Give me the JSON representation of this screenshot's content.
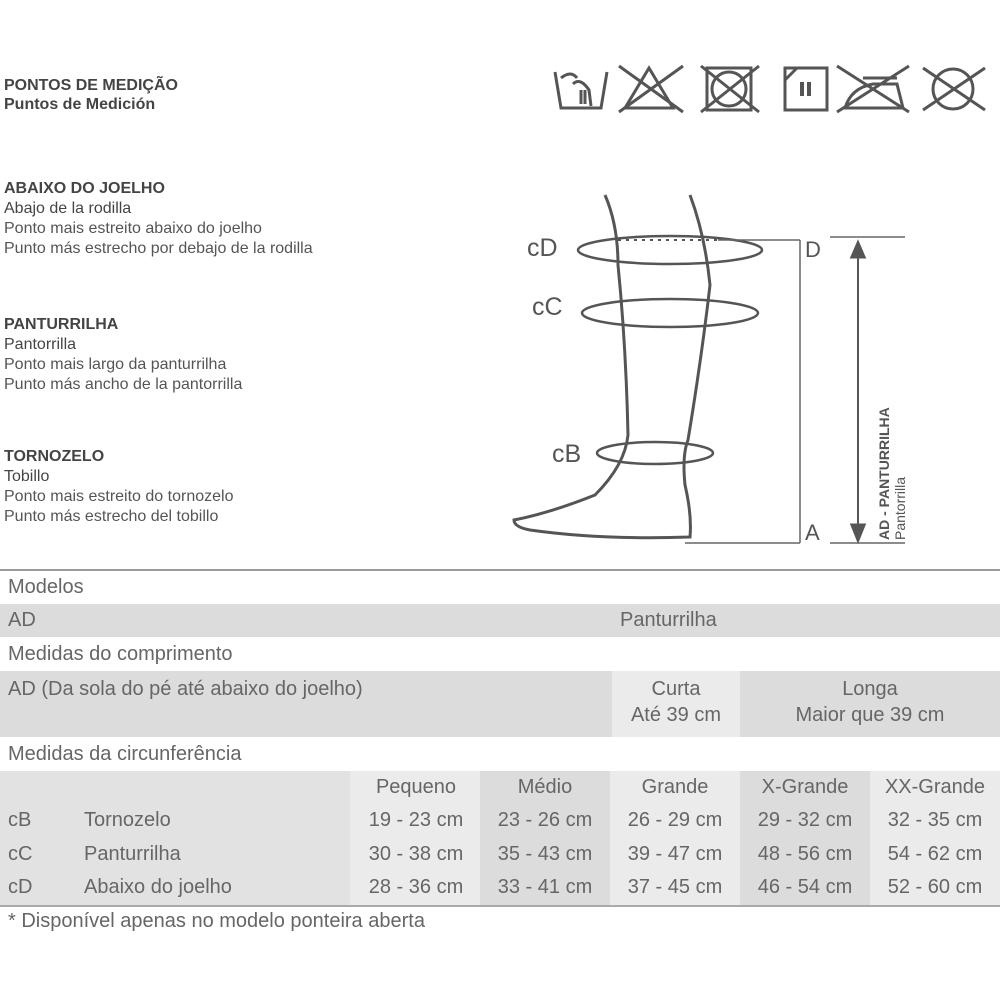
{
  "header": {
    "title_pt": "PONTOS DE MEDIÇÃO",
    "title_es": "Puntos de Medición"
  },
  "care_icons": [
    "hand-wash-icon",
    "no-bleach-icon",
    "no-tumble-dry-icon",
    "line-dry-shade-icon",
    "no-iron-icon",
    "no-dry-clean-icon"
  ],
  "points": [
    {
      "title": "ABAIXO DO JOELHO",
      "title_es": "Abajo de la rodilla",
      "desc_pt": "Ponto mais estreito abaixo do joelho",
      "desc_es": "Punto más estrecho por debajo de la rodilla"
    },
    {
      "title": "PANTURRILHA",
      "title_es": "Pantorrilla",
      "desc_pt": "Ponto mais largo da panturrilha",
      "desc_es": "Punto más ancho de la pantorrilla"
    },
    {
      "title": "TORNOZELO",
      "title_es": "Tobillo",
      "desc_pt": "Ponto mais estreito do tornozelo",
      "desc_es": "Punto más estrecho del tobillo"
    }
  ],
  "diagram": {
    "cD": "cD",
    "cC": "cC",
    "cB": "cB",
    "D": "D",
    "A": "A",
    "length_label": "AD - PANTURRILHA",
    "length_label_es": "Pantorrilla"
  },
  "table": {
    "models_label": "Modelos",
    "model_code": "AD",
    "model_name": "Panturrilha",
    "length_label": "Medidas do comprimento",
    "length_desc": "AD (Da sola do pé até abaixo do joelho)",
    "length_options": [
      {
        "name": "Curta",
        "value": "Até 39 cm"
      },
      {
        "name": "Longa",
        "value": "Maior que 39 cm"
      }
    ],
    "circ_label": "Medidas da circunferência",
    "sizes": [
      "Pequeno",
      "Médio",
      "Grande",
      "X-Grande",
      "XX-Grande"
    ],
    "rows": [
      {
        "code": "cB",
        "name": "Tornozelo",
        "values": [
          "19 - 23 cm",
          "23 - 26 cm",
          "26 - 29 cm",
          "29 - 32 cm",
          "32 - 35 cm"
        ]
      },
      {
        "code": "cC",
        "name": "Panturrilha",
        "values": [
          "30 - 38 cm",
          "35 - 43 cm",
          "39 - 47 cm",
          "48 - 56 cm",
          "54 - 62 cm"
        ]
      },
      {
        "code": "cD",
        "name": "Abaixo do joelho",
        "values": [
          "28 - 36 cm",
          "33 - 41 cm",
          "37 - 45 cm",
          "46 - 54 cm",
          "52 - 60 cm"
        ]
      }
    ],
    "footnote": "* Disponível apenas no modelo ponteira aberta"
  }
}
